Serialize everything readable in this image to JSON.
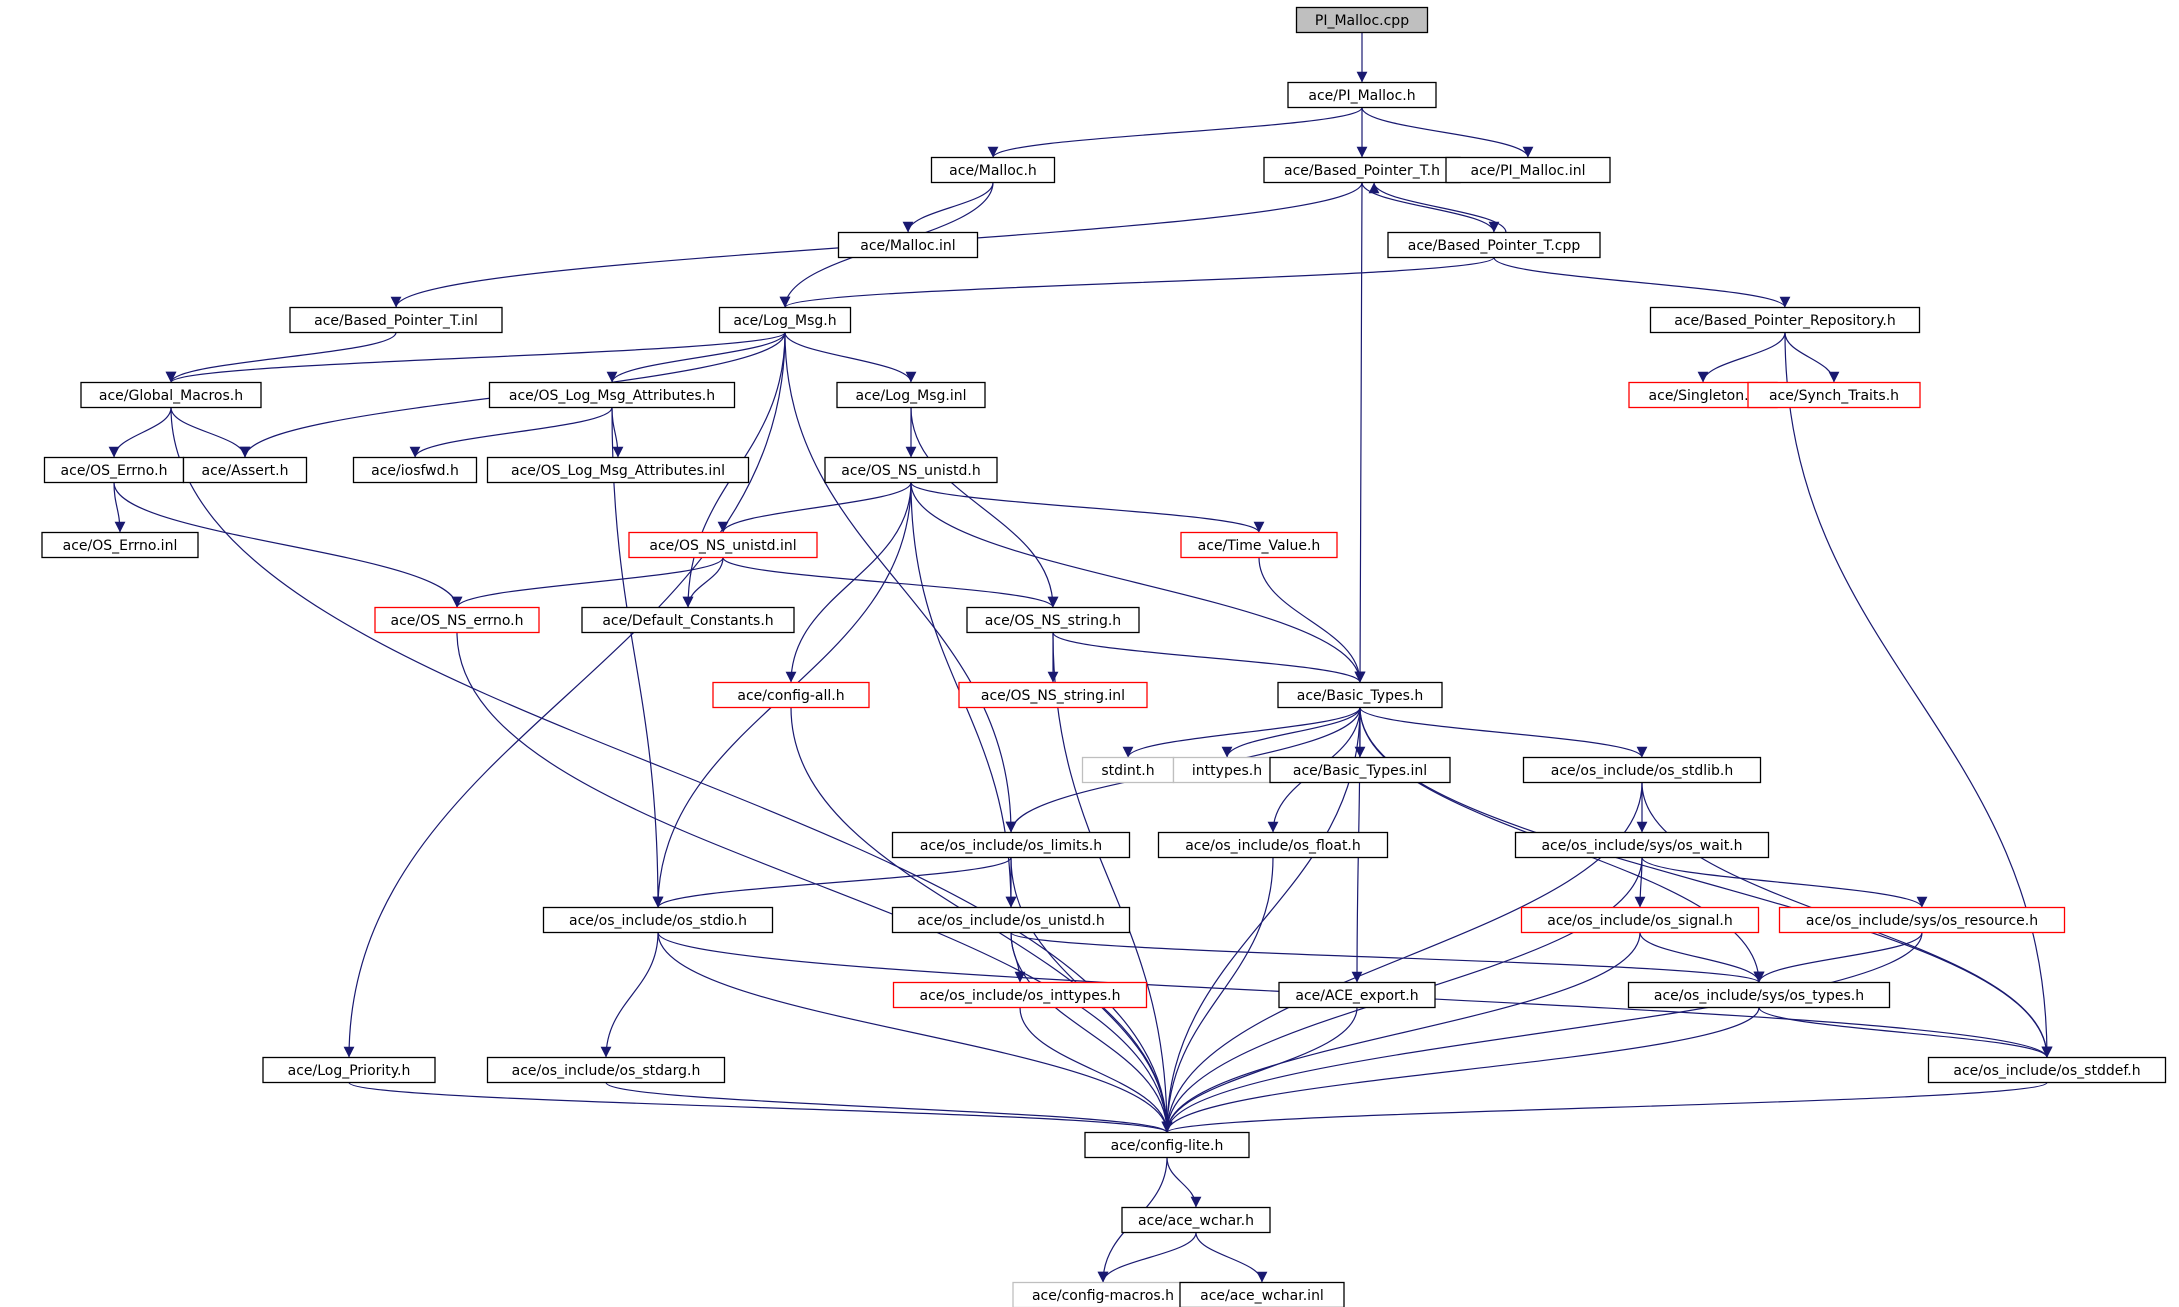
{
  "colors": {
    "edge": "#191970",
    "root_fill": "#bfbfbf",
    "black_border": "#000000",
    "red_border": "#ff0000",
    "gray_border": "#bfbfbf",
    "grey_text": "#555555"
  },
  "nodes": [
    {
      "id": "pi_malloc_cpp",
      "label": "PI_Malloc.cpp",
      "style": "root"
    },
    {
      "id": "pi_malloc_h",
      "label": "ace/PI_Malloc.h",
      "style": "black"
    },
    {
      "id": "malloc_h",
      "label": "ace/Malloc.h",
      "style": "black"
    },
    {
      "id": "based_pointer_t_h",
      "label": "ace/Based_Pointer_T.h",
      "style": "black"
    },
    {
      "id": "pi_malloc_inl",
      "label": "ace/PI_Malloc.inl",
      "style": "black"
    },
    {
      "id": "malloc_inl",
      "label": "ace/Malloc.inl",
      "style": "black"
    },
    {
      "id": "based_pointer_t_cpp",
      "label": "ace/Based_Pointer_T.cpp",
      "style": "black"
    },
    {
      "id": "based_pointer_t_inl",
      "label": "ace/Based_Pointer_T.inl",
      "style": "black"
    },
    {
      "id": "log_msg_h",
      "label": "ace/Log_Msg.h",
      "style": "black"
    },
    {
      "id": "based_pointer_repository_h",
      "label": "ace/Based_Pointer_Repository.h",
      "style": "black"
    },
    {
      "id": "global_macros_h",
      "label": "ace/Global_Macros.h",
      "style": "black"
    },
    {
      "id": "os_log_msg_attributes_h",
      "label": "ace/OS_Log_Msg_Attributes.h",
      "style": "black"
    },
    {
      "id": "log_msg_inl",
      "label": "ace/Log_Msg.inl",
      "style": "black"
    },
    {
      "id": "singleton_h",
      "label": "ace/Singleton.h",
      "style": "red"
    },
    {
      "id": "synch_traits_h",
      "label": "ace/Synch_Traits.h",
      "style": "red"
    },
    {
      "id": "os_errno_h",
      "label": "ace/OS_Errno.h",
      "style": "black"
    },
    {
      "id": "assert_h",
      "label": "ace/Assert.h",
      "style": "black"
    },
    {
      "id": "iosfwd_h",
      "label": "ace/iosfwd.h",
      "style": "black"
    },
    {
      "id": "os_log_msg_attributes_inl",
      "label": "ace/OS_Log_Msg_Attributes.inl",
      "style": "black"
    },
    {
      "id": "os_ns_unistd_h",
      "label": "ace/OS_NS_unistd.h",
      "style": "black"
    },
    {
      "id": "os_errno_inl",
      "label": "ace/OS_Errno.inl",
      "style": "black"
    },
    {
      "id": "os_ns_unistd_inl",
      "label": "ace/OS_NS_unistd.inl",
      "style": "red"
    },
    {
      "id": "time_value_h",
      "label": "ace/Time_Value.h",
      "style": "red"
    },
    {
      "id": "os_ns_errno_h",
      "label": "ace/OS_NS_errno.h",
      "style": "red"
    },
    {
      "id": "default_constants_h",
      "label": "ace/Default_Constants.h",
      "style": "black"
    },
    {
      "id": "os_ns_string_h",
      "label": "ace/OS_NS_string.h",
      "style": "black"
    },
    {
      "id": "config_all_h",
      "label": "ace/config-all.h",
      "style": "red"
    },
    {
      "id": "os_ns_string_inl",
      "label": "ace/OS_NS_string.inl",
      "style": "red"
    },
    {
      "id": "basic_types_h",
      "label": "ace/Basic_Types.h",
      "style": "black"
    },
    {
      "id": "stdint_h",
      "label": "stdint.h",
      "style": "gray"
    },
    {
      "id": "inttypes_h",
      "label": "inttypes.h",
      "style": "gray"
    },
    {
      "id": "basic_types_inl",
      "label": "ace/Basic_Types.inl",
      "style": "black"
    },
    {
      "id": "os_stdlib_h",
      "label": "ace/os_include/os_stdlib.h",
      "style": "black"
    },
    {
      "id": "os_limits_h",
      "label": "ace/os_include/os_limits.h",
      "style": "black"
    },
    {
      "id": "os_float_h",
      "label": "ace/os_include/os_float.h",
      "style": "black"
    },
    {
      "id": "os_wait_h",
      "label": "ace/os_include/sys/os_wait.h",
      "style": "black"
    },
    {
      "id": "os_stdio_h",
      "label": "ace/os_include/os_stdio.h",
      "style": "black"
    },
    {
      "id": "os_unistd_h",
      "label": "ace/os_include/os_unistd.h",
      "style": "black"
    },
    {
      "id": "os_signal_h",
      "label": "ace/os_include/os_signal.h",
      "style": "red"
    },
    {
      "id": "os_resource_h",
      "label": "ace/os_include/sys/os_resource.h",
      "style": "red"
    },
    {
      "id": "os_inttypes_h",
      "label": "ace/os_include/os_inttypes.h",
      "style": "red"
    },
    {
      "id": "ace_export_h",
      "label": "ace/ACE_export.h",
      "style": "black"
    },
    {
      "id": "os_types_h",
      "label": "ace/os_include/sys/os_types.h",
      "style": "black"
    },
    {
      "id": "log_priority_h",
      "label": "ace/Log_Priority.h",
      "style": "black"
    },
    {
      "id": "os_stdarg_h",
      "label": "ace/os_include/os_stdarg.h",
      "style": "black"
    },
    {
      "id": "os_stddef_h",
      "label": "ace/os_include/os_stddef.h",
      "style": "black"
    },
    {
      "id": "config_lite_h",
      "label": "ace/config-lite.h",
      "style": "black"
    },
    {
      "id": "ace_wchar_h",
      "label": "ace/ace_wchar.h",
      "style": "black"
    },
    {
      "id": "config_macros_h",
      "label": "ace/config-macros.h",
      "style": "gray"
    },
    {
      "id": "ace_wchar_inl",
      "label": "ace/ace_wchar.inl",
      "style": "black"
    }
  ],
  "edges": [
    [
      "pi_malloc_cpp",
      "pi_malloc_h"
    ],
    [
      "pi_malloc_h",
      "malloc_h"
    ],
    [
      "pi_malloc_h",
      "based_pointer_t_h"
    ],
    [
      "pi_malloc_h",
      "pi_malloc_inl"
    ],
    [
      "malloc_h",
      "malloc_inl"
    ],
    [
      "malloc_h",
      "log_msg_h"
    ],
    [
      "based_pointer_t_h",
      "based_pointer_t_cpp"
    ],
    [
      "based_pointer_t_h",
      "based_pointer_t_inl"
    ],
    [
      "based_pointer_t_h",
      "basic_types_h"
    ],
    [
      "based_pointer_t_cpp",
      "based_pointer_t_h"
    ],
    [
      "based_pointer_t_cpp",
      "log_msg_h"
    ],
    [
      "based_pointer_t_cpp",
      "based_pointer_repository_h"
    ],
    [
      "based_pointer_t_inl",
      "global_macros_h"
    ],
    [
      "log_msg_h",
      "global_macros_h"
    ],
    [
      "log_msg_h",
      "assert_h"
    ],
    [
      "log_msg_h",
      "os_log_msg_attributes_h"
    ],
    [
      "log_msg_h",
      "log_msg_inl"
    ],
    [
      "log_msg_h",
      "log_priority_h"
    ],
    [
      "log_msg_h",
      "default_constants_h"
    ],
    [
      "log_msg_h",
      "os_limits_h"
    ],
    [
      "based_pointer_repository_h",
      "singleton_h"
    ],
    [
      "based_pointer_repository_h",
      "synch_traits_h"
    ],
    [
      "based_pointer_repository_h",
      "os_stddef_h"
    ],
    [
      "global_macros_h",
      "os_errno_h"
    ],
    [
      "global_macros_h",
      "assert_h"
    ],
    [
      "global_macros_h",
      "config_lite_h"
    ],
    [
      "os_log_msg_attributes_h",
      "iosfwd_h"
    ],
    [
      "os_log_msg_attributes_h",
      "os_log_msg_attributes_inl"
    ],
    [
      "os_log_msg_attributes_h",
      "os_stdio_h"
    ],
    [
      "log_msg_inl",
      "os_ns_unistd_h"
    ],
    [
      "log_msg_inl",
      "os_ns_string_h"
    ],
    [
      "os_errno_h",
      "os_errno_inl"
    ],
    [
      "os_errno_h",
      "os_ns_errno_h"
    ],
    [
      "os_ns_unistd_h",
      "os_ns_unistd_inl"
    ],
    [
      "os_ns_unistd_h",
      "time_value_h"
    ],
    [
      "os_ns_unistd_h",
      "basic_types_h"
    ],
    [
      "os_ns_unistd_h",
      "config_all_h"
    ],
    [
      "os_ns_unistd_h",
      "os_stdio_h"
    ],
    [
      "os_ns_unistd_h",
      "os_unistd_h"
    ],
    [
      "os_ns_unistd_inl",
      "os_ns_errno_h"
    ],
    [
      "os_ns_unistd_inl",
      "default_constants_h"
    ],
    [
      "os_ns_unistd_inl",
      "os_ns_string_h"
    ],
    [
      "time_value_h",
      "basic_types_h"
    ],
    [
      "os_ns_errno_h",
      "config_lite_h"
    ],
    [
      "os_ns_string_h",
      "os_ns_string_inl"
    ],
    [
      "os_ns_string_h",
      "basic_types_h"
    ],
    [
      "os_ns_string_h",
      "config_lite_h"
    ],
    [
      "config_all_h",
      "config_lite_h"
    ],
    [
      "basic_types_h",
      "stdint_h"
    ],
    [
      "basic_types_h",
      "inttypes_h"
    ],
    [
      "basic_types_h",
      "basic_types_inl"
    ],
    [
      "basic_types_h",
      "os_stdlib_h"
    ],
    [
      "basic_types_h",
      "os_limits_h"
    ],
    [
      "basic_types_h",
      "os_float_h"
    ],
    [
      "basic_types_h",
      "ace_export_h"
    ],
    [
      "basic_types_h",
      "os_types_h"
    ],
    [
      "basic_types_h",
      "os_stddef_h"
    ],
    [
      "basic_types_h",
      "config_lite_h"
    ],
    [
      "os_stdlib_h",
      "os_wait_h"
    ],
    [
      "os_stdlib_h",
      "os_stddef_h"
    ],
    [
      "os_stdlib_h",
      "config_lite_h"
    ],
    [
      "os_limits_h",
      "os_stdio_h"
    ],
    [
      "os_limits_h",
      "os_unistd_h"
    ],
    [
      "os_limits_h",
      "config_lite_h"
    ],
    [
      "os_float_h",
      "config_lite_h"
    ],
    [
      "os_wait_h",
      "os_signal_h"
    ],
    [
      "os_wait_h",
      "os_resource_h"
    ],
    [
      "os_wait_h",
      "config_lite_h"
    ],
    [
      "os_stdio_h",
      "os_stdarg_h"
    ],
    [
      "os_stdio_h",
      "os_stddef_h"
    ],
    [
      "os_stdio_h",
      "config_lite_h"
    ],
    [
      "os_unistd_h",
      "os_inttypes_h"
    ],
    [
      "os_unistd_h",
      "os_types_h"
    ],
    [
      "os_unistd_h",
      "config_lite_h"
    ],
    [
      "os_signal_h",
      "os_types_h"
    ],
    [
      "os_signal_h",
      "config_lite_h"
    ],
    [
      "os_resource_h",
      "os_types_h"
    ],
    [
      "os_resource_h",
      "config_lite_h"
    ],
    [
      "os_inttypes_h",
      "config_lite_h"
    ],
    [
      "ace_export_h",
      "config_lite_h"
    ],
    [
      "os_types_h",
      "os_stddef_h"
    ],
    [
      "os_types_h",
      "config_lite_h"
    ],
    [
      "log_priority_h",
      "config_lite_h"
    ],
    [
      "os_stdarg_h",
      "config_lite_h"
    ],
    [
      "os_stddef_h",
      "config_lite_h"
    ],
    [
      "config_lite_h",
      "ace_wchar_h"
    ],
    [
      "config_lite_h",
      "config_macros_h"
    ],
    [
      "ace_wchar_h",
      "config_macros_h"
    ],
    [
      "ace_wchar_h",
      "ace_wchar_inl"
    ]
  ]
}
